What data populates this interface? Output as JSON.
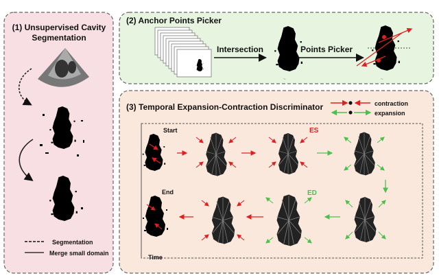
{
  "panels": {
    "seg": {
      "title_line1": "(1) Unsupervised Cavity",
      "title_line2": "Segmentation",
      "legend_dashed": "Segmentation",
      "legend_solid": "Merge small domain"
    },
    "anchor": {
      "title": "(2) Anchor Points Picker",
      "intersection_label": "Intersection",
      "picker_label": "Points Picker"
    },
    "temporal": {
      "title": "(3) Temporal Expansion-Contraction Discriminator",
      "legend_contraction": "contraction",
      "legend_expansion": "expansion",
      "start_label": "Start",
      "es_label": "ES",
      "ed_label": "ED",
      "end_label": "End",
      "time_label": "Time"
    }
  },
  "colors": {
    "seg_bg": "#f8dfe4",
    "anchor_bg": "#e7f4df",
    "temporal_bg": "#fbe8dd",
    "contraction": "#e02020",
    "expansion": "#4cc04c"
  }
}
